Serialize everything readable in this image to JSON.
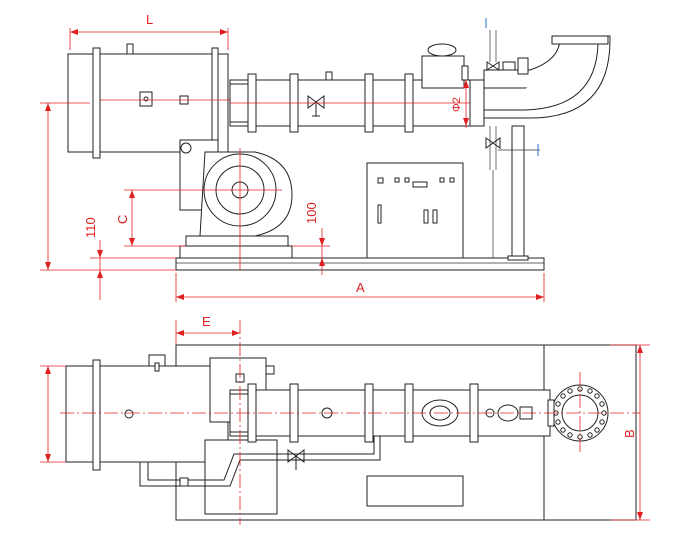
{
  "labels": {
    "L": "L",
    "A": "A",
    "B": "B",
    "C": "C",
    "E": "E",
    "dim_110": "110",
    "dim_100": "100",
    "phi2": "Φ2"
  },
  "colors": {
    "line": "#222222",
    "dimension": "#e02020",
    "accent": "#2a6bd0"
  }
}
